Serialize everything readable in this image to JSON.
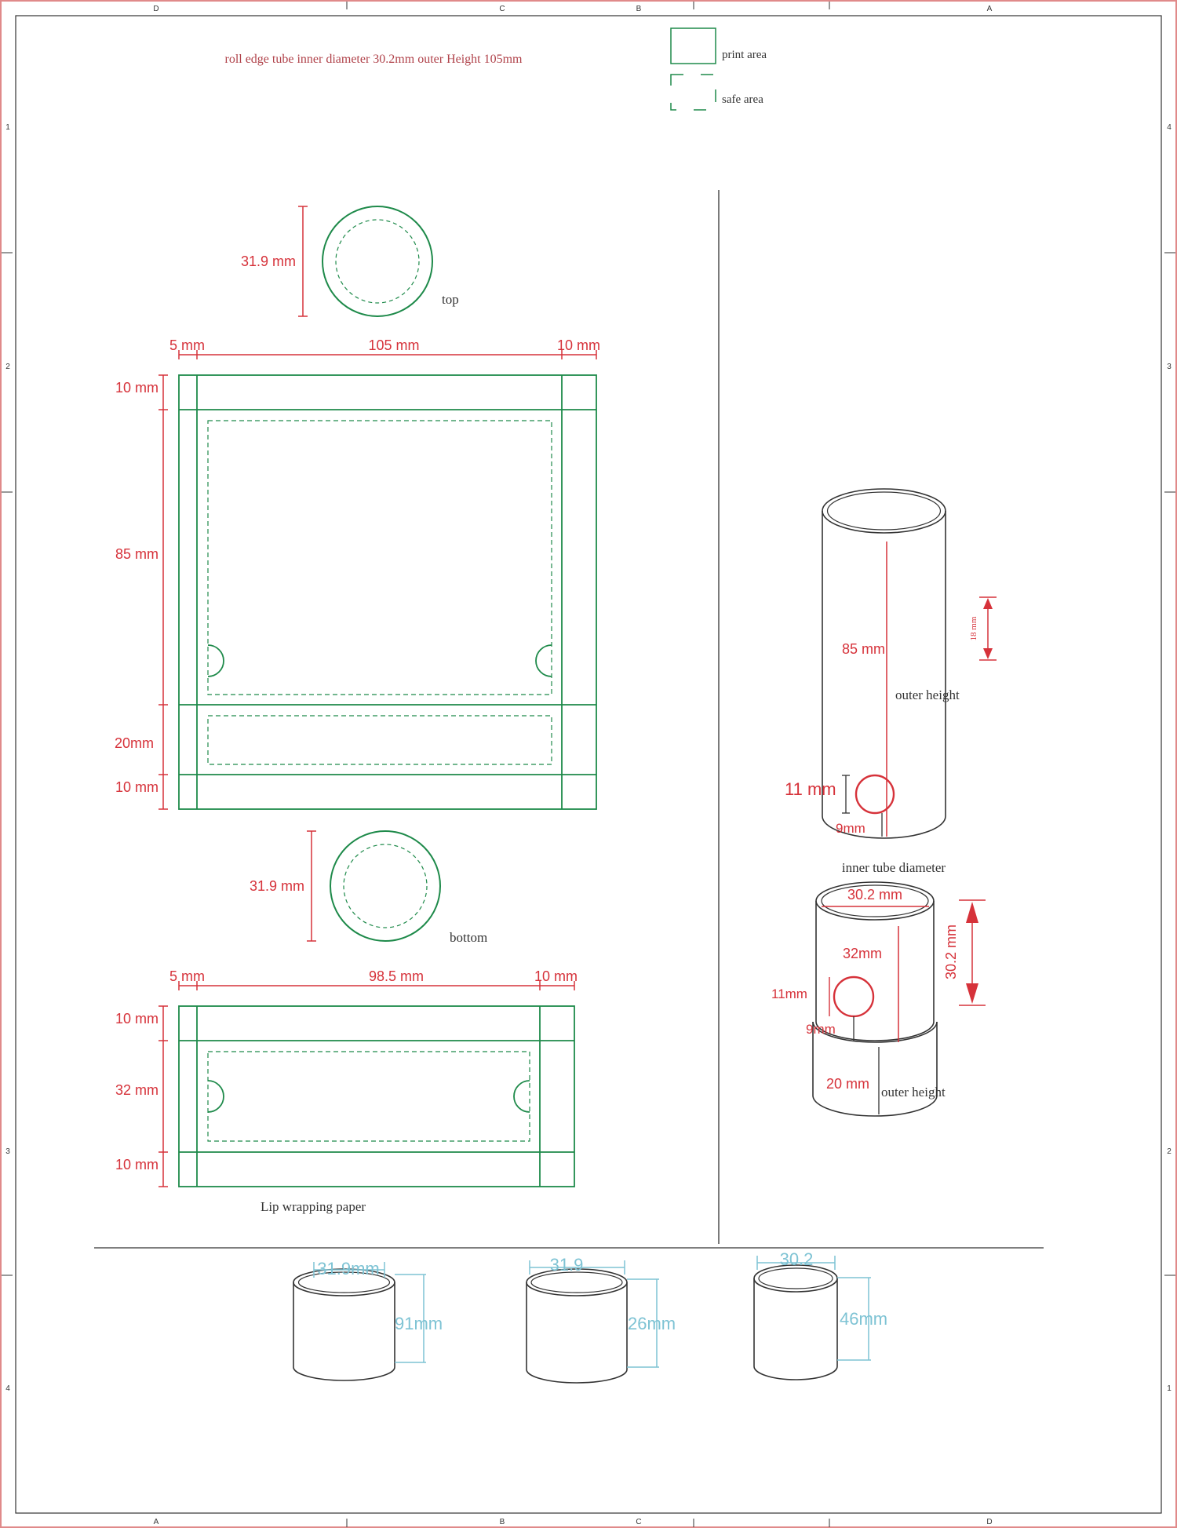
{
  "colors": {
    "print": "#1e8a4a",
    "dim": "#d6323a",
    "gray": "#333333",
    "border": "#e08a8a",
    "cyan": "#7ec3d4",
    "title": "#b0424a"
  },
  "header": {
    "title": "roll edge tube inner diameter 30.2mm outer Height 105mm"
  },
  "legend": {
    "print_area": "print area",
    "safe_area": "safe area"
  },
  "frame": {
    "top_letters": [
      "D",
      "C",
      "B",
      "A"
    ],
    "bottom_letters": [
      "A",
      "B",
      "C",
      "D"
    ],
    "left_numbers": [
      "1",
      "2",
      "3",
      "4"
    ],
    "right_numbers": [
      "4",
      "3",
      "2",
      "1"
    ]
  },
  "top_view": {
    "dimension": "31.9 mm",
    "caption": "top"
  },
  "main_panel": {
    "w_left": "5 mm",
    "w_center": "105 mm",
    "w_right": "10 mm",
    "h_top": "10 mm",
    "h_main": "85 mm",
    "h_low": "20mm",
    "h_bottom": "10 mm"
  },
  "bottom_view": {
    "dimension": "31.9 mm",
    "caption": "bottom"
  },
  "lip_panel": {
    "w_left": "5 mm",
    "w_center": "98.5 mm",
    "w_right": "10 mm",
    "h_top": "10 mm",
    "h_main": "32 mm",
    "h_bottom": "10 mm",
    "caption": "Lip wrapping paper"
  },
  "outer_tube": {
    "height": "85 mm",
    "small_dim": "18 mm",
    "caption": "outer height",
    "hole": "11 mm",
    "offset": "9mm"
  },
  "inner_tube": {
    "caption_top": "inner tube diameter",
    "diameter": "30.2 mm",
    "upper_height": "32mm",
    "side_dim": "30.2 mm",
    "hole": "11mm",
    "offset": "9mm",
    "lower_height": "20 mm",
    "caption_bottom": "outer height"
  },
  "cylinders": [
    {
      "width_label": "31.9mm",
      "height_label": "91mm"
    },
    {
      "width_label": "31.9",
      "height_label": "26mm"
    },
    {
      "width_label": "30.2",
      "height_label": "46mm"
    }
  ]
}
